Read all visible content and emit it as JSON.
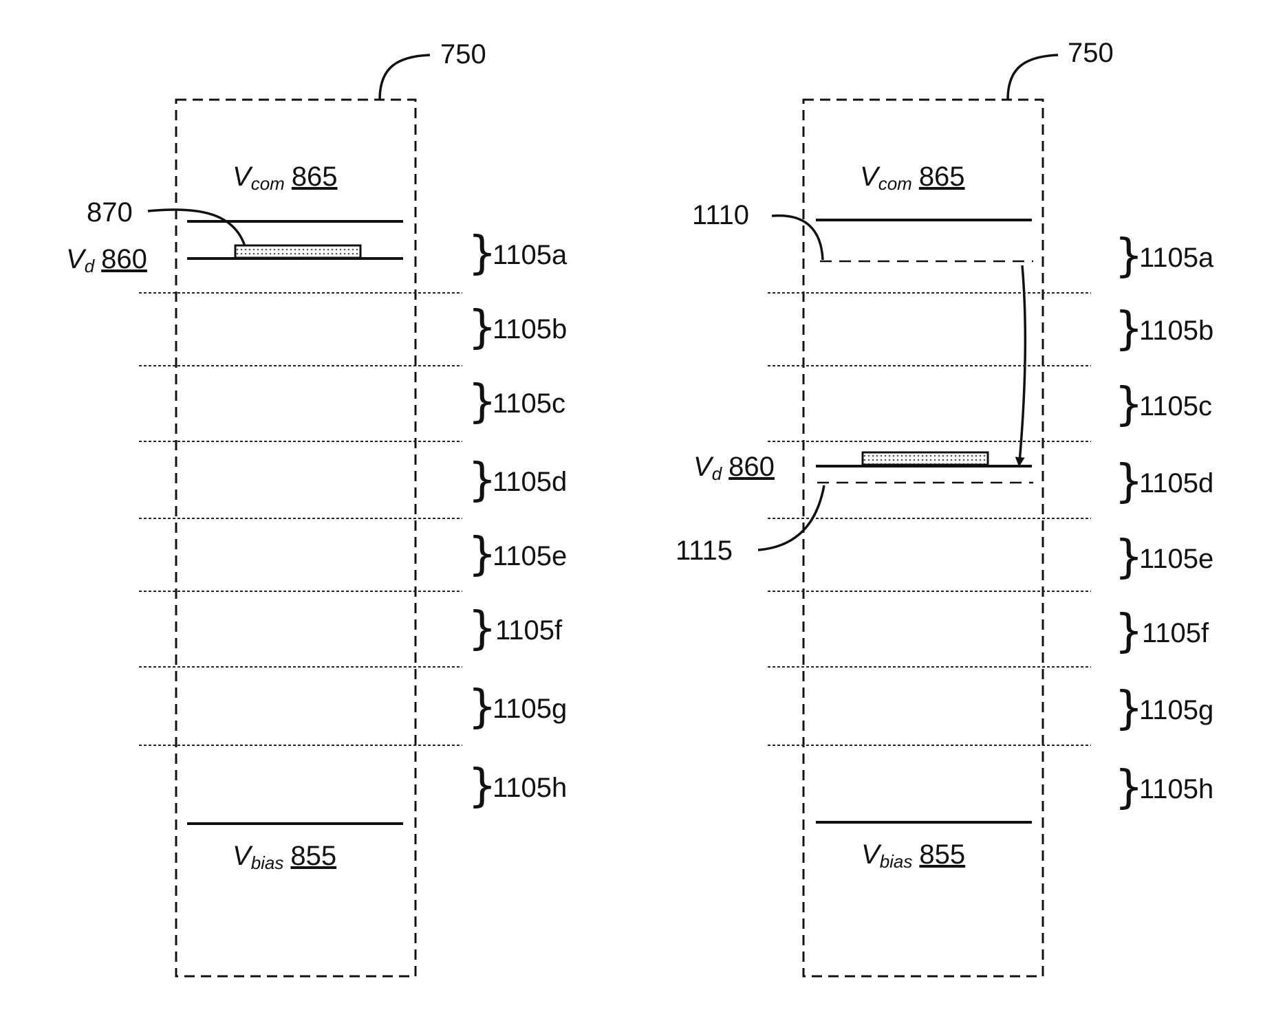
{
  "left_panel": {
    "ref": "750",
    "vcom": {
      "symbol": "V",
      "sub": "com",
      "num": "865"
    },
    "vbias": {
      "symbol": "V",
      "sub": "bias",
      "num": "855"
    },
    "vd": {
      "symbol": "V",
      "sub": "d",
      "num": "860"
    },
    "element_ref": "870",
    "zones": [
      "1105a",
      "1105b",
      "1105c",
      "1105d",
      "1105e",
      "1105f",
      "1105g",
      "1105h"
    ]
  },
  "right_panel": {
    "ref": "750",
    "vcom": {
      "symbol": "V",
      "sub": "com",
      "num": "865"
    },
    "vbias": {
      "symbol": "V",
      "sub": "bias",
      "num": "855"
    },
    "vd": {
      "symbol": "V",
      "sub": "d",
      "num": "860"
    },
    "upper_ref": "1110",
    "lower_ref": "1115",
    "zones": [
      "1105a",
      "1105b",
      "1105c",
      "1105d",
      "1105e",
      "1105f",
      "1105g",
      "1105h"
    ]
  },
  "brace_glyph": "}"
}
